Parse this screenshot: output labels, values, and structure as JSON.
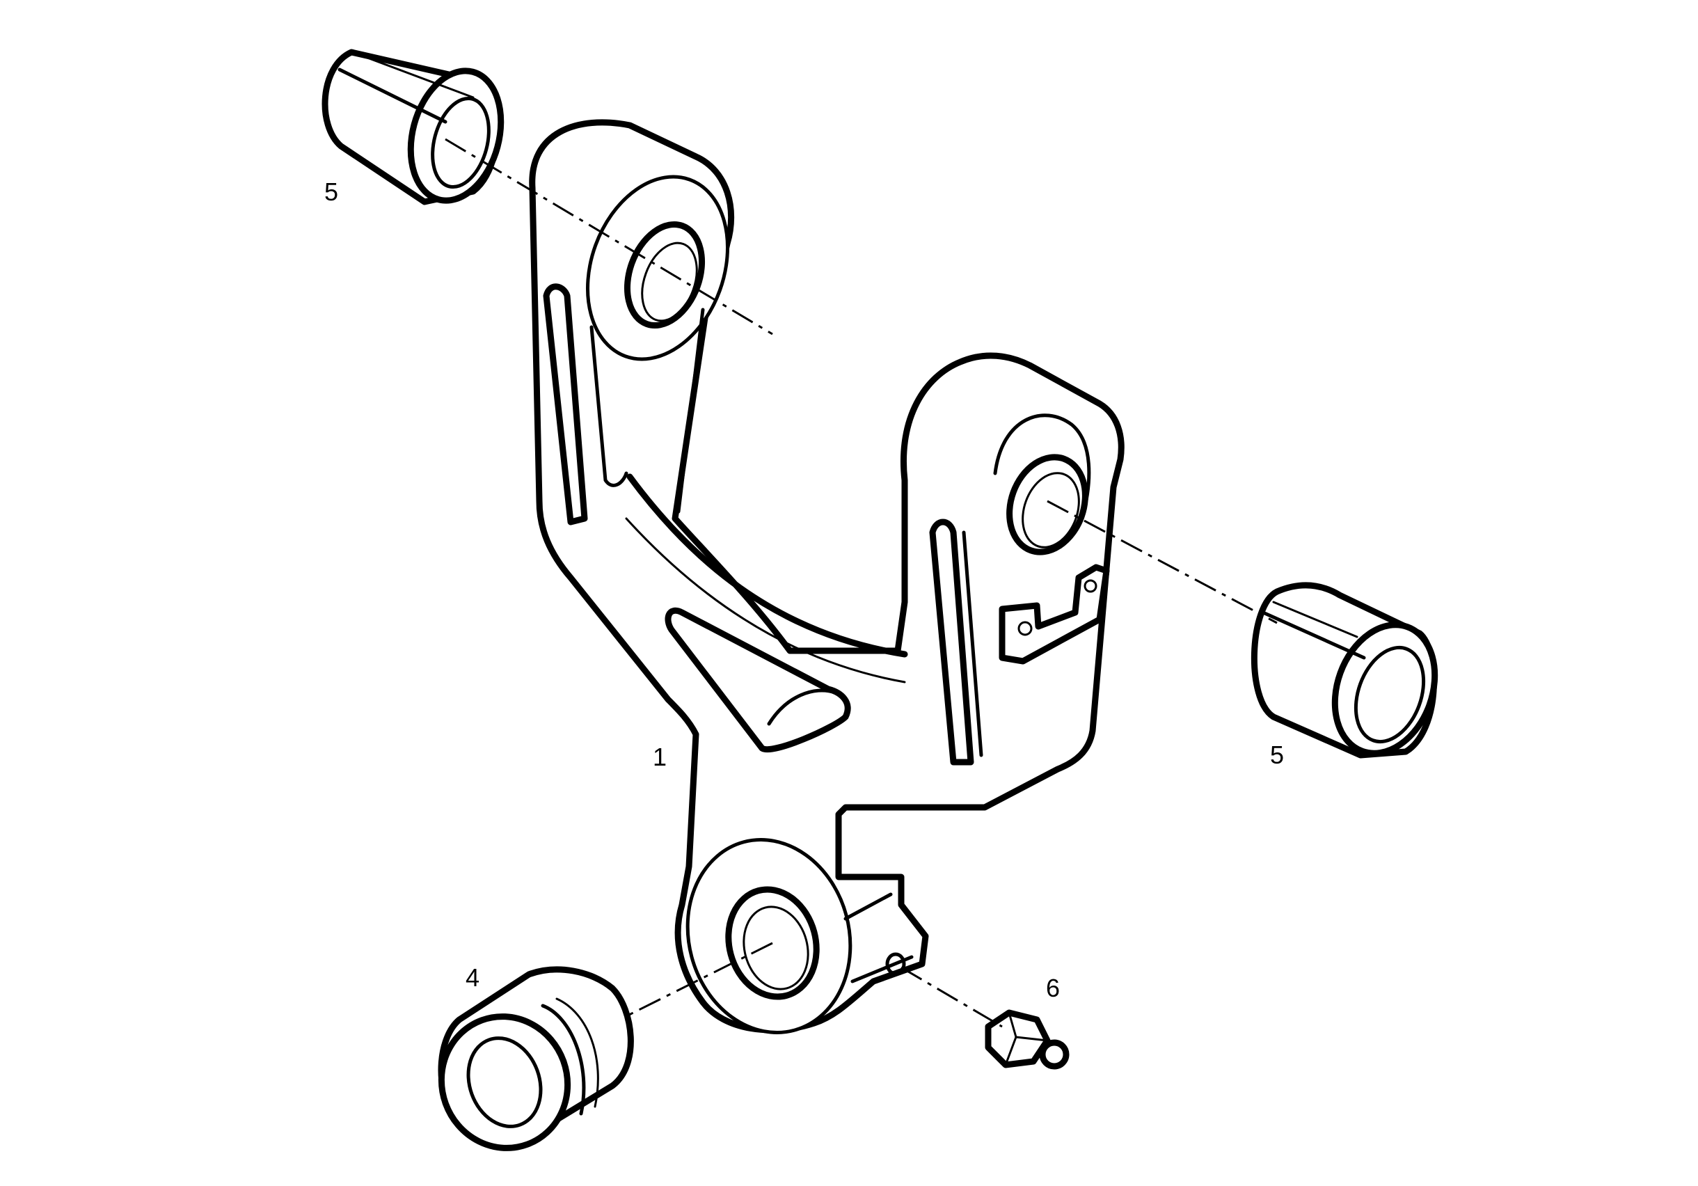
{
  "callouts": {
    "bushing_top_left": "5",
    "bushing_right": "5",
    "bracket": "1",
    "bushing_bottom": "4",
    "grease_fitting": "6"
  }
}
